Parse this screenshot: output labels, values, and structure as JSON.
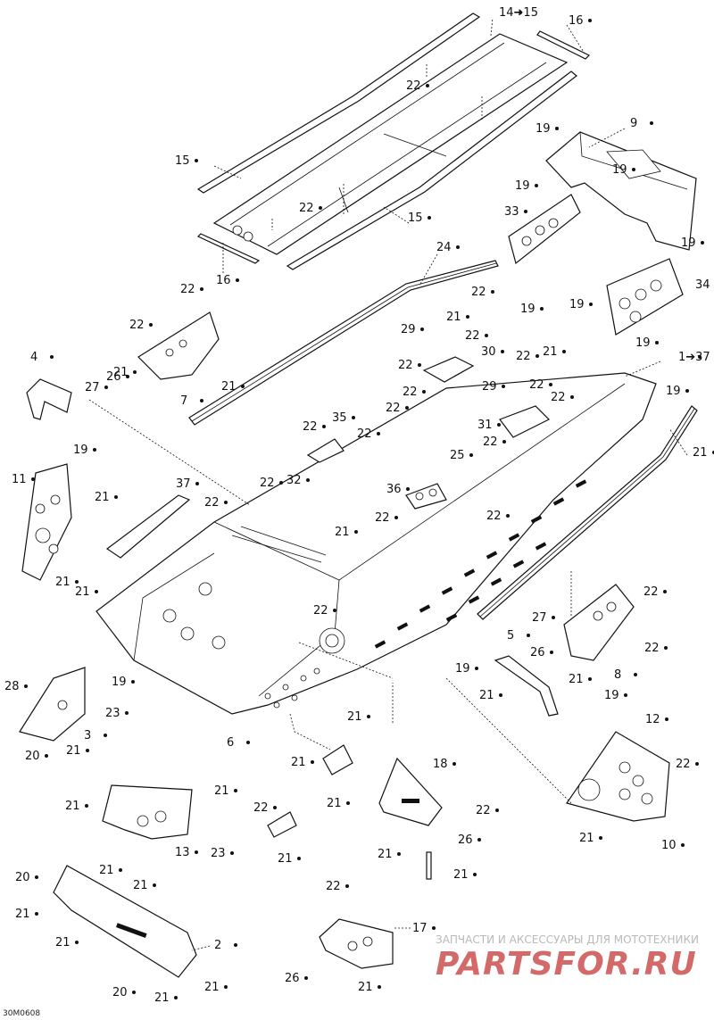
{
  "diagram": {
    "figure_code": "30M0608",
    "watermark": {
      "tagline": "ЗАПЧАСТИ И АКСЕССУАРЫ ДЛЯ МОТОТЕХНИКИ",
      "brand": "PARTSFOR.RU"
    },
    "callouts": [
      {
        "id": "c14",
        "text": "14➔15"
      },
      {
        "id": "c16a",
        "text": "16"
      },
      {
        "id": "c22a",
        "text": "22"
      },
      {
        "id": "c15a",
        "text": "15"
      },
      {
        "id": "c22b",
        "text": "22"
      },
      {
        "id": "c15b",
        "text": "15"
      },
      {
        "id": "c16b",
        "text": "16"
      },
      {
        "id": "c9",
        "text": "9"
      },
      {
        "id": "c19a",
        "text": "19"
      },
      {
        "id": "c19b",
        "text": "19"
      },
      {
        "id": "c19c",
        "text": "19"
      },
      {
        "id": "c33",
        "text": "33"
      },
      {
        "id": "c19d",
        "text": "19"
      },
      {
        "id": "c34",
        "text": "34"
      },
      {
        "id": "c24",
        "text": "24"
      },
      {
        "id": "c22c",
        "text": "22"
      },
      {
        "id": "c22d",
        "text": "22"
      },
      {
        "id": "c22e",
        "text": "22"
      },
      {
        "id": "c19e",
        "text": "19"
      },
      {
        "id": "c19f",
        "text": "19"
      },
      {
        "id": "c21a",
        "text": "21"
      },
      {
        "id": "c29a",
        "text": "29"
      },
      {
        "id": "c22f",
        "text": "22"
      },
      {
        "id": "c30",
        "text": "30"
      },
      {
        "id": "c22g",
        "text": "22"
      },
      {
        "id": "c21b",
        "text": "21"
      },
      {
        "id": "c19g",
        "text": "19"
      },
      {
        "id": "c1",
        "text": "1➔37"
      },
      {
        "id": "c4",
        "text": "4"
      },
      {
        "id": "c21c",
        "text": "21"
      },
      {
        "id": "c7",
        "text": "7"
      },
      {
        "id": "c21d",
        "text": "21"
      },
      {
        "id": "c27a",
        "text": "27"
      },
      {
        "id": "c26a",
        "text": "26"
      },
      {
        "id": "c19h",
        "text": "19"
      },
      {
        "id": "c22h",
        "text": "22"
      },
      {
        "id": "c22i",
        "text": "22"
      },
      {
        "id": "c29b",
        "text": "29"
      },
      {
        "id": "c22j",
        "text": "22"
      },
      {
        "id": "c22k",
        "text": "22"
      },
      {
        "id": "c19i",
        "text": "19"
      },
      {
        "id": "c22l",
        "text": "22"
      },
      {
        "id": "c35",
        "text": "35"
      },
      {
        "id": "c22m",
        "text": "22"
      },
      {
        "id": "c22n",
        "text": "22"
      },
      {
        "id": "c31",
        "text": "31"
      },
      {
        "id": "c22o",
        "text": "22"
      },
      {
        "id": "c25",
        "text": "25"
      },
      {
        "id": "c21e",
        "text": "21"
      },
      {
        "id": "c11",
        "text": "11"
      },
      {
        "id": "c21f",
        "text": "21"
      },
      {
        "id": "c37",
        "text": "37"
      },
      {
        "id": "c22p",
        "text": "22"
      },
      {
        "id": "c22q",
        "text": "22"
      },
      {
        "id": "c32",
        "text": "32"
      },
      {
        "id": "c36",
        "text": "36"
      },
      {
        "id": "c22r",
        "text": "22"
      },
      {
        "id": "c22s",
        "text": "22"
      },
      {
        "id": "c21g",
        "text": "21"
      },
      {
        "id": "c21h",
        "text": "21"
      },
      {
        "id": "c21i",
        "text": "21"
      },
      {
        "id": "c22t",
        "text": "22"
      },
      {
        "id": "c22u",
        "text": "22"
      },
      {
        "id": "c27b",
        "text": "27"
      },
      {
        "id": "c5",
        "text": "5"
      },
      {
        "id": "c26b",
        "text": "26"
      },
      {
        "id": "c19j",
        "text": "19"
      },
      {
        "id": "c21j",
        "text": "21"
      },
      {
        "id": "c22v",
        "text": "22"
      },
      {
        "id": "c8",
        "text": "8"
      },
      {
        "id": "c21k",
        "text": "21"
      },
      {
        "id": "c19k",
        "text": "19"
      },
      {
        "id": "c28",
        "text": "28"
      },
      {
        "id": "c23a",
        "text": "23"
      },
      {
        "id": "c3",
        "text": "3"
      },
      {
        "id": "c20a",
        "text": "20"
      },
      {
        "id": "c21l",
        "text": "21"
      },
      {
        "id": "c19l",
        "text": "19"
      },
      {
        "id": "c21m",
        "text": "21"
      },
      {
        "id": "c6",
        "text": "6"
      },
      {
        "id": "c21n",
        "text": "21"
      },
      {
        "id": "c21o",
        "text": "21"
      },
      {
        "id": "c12",
        "text": "12"
      },
      {
        "id": "c22w",
        "text": "22"
      },
      {
        "id": "c18",
        "text": "18"
      },
      {
        "id": "c22x",
        "text": "22"
      },
      {
        "id": "c21p",
        "text": "21"
      },
      {
        "id": "c26c",
        "text": "26"
      },
      {
        "id": "c21q",
        "text": "21"
      },
      {
        "id": "c21r",
        "text": "21"
      },
      {
        "id": "c10",
        "text": "10"
      },
      {
        "id": "c21s",
        "text": "21"
      },
      {
        "id": "c21t",
        "text": "21"
      },
      {
        "id": "c23b",
        "text": "23"
      },
      {
        "id": "c13",
        "text": "13"
      },
      {
        "id": "c22y",
        "text": "22"
      },
      {
        "id": "c21u",
        "text": "21"
      },
      {
        "id": "c21v",
        "text": "21"
      },
      {
        "id": "c21w",
        "text": "21"
      },
      {
        "id": "c20b",
        "text": "20"
      },
      {
        "id": "c21x",
        "text": "21"
      },
      {
        "id": "c21y",
        "text": "21"
      },
      {
        "id": "c2",
        "text": "2"
      },
      {
        "id": "c20c",
        "text": "20"
      },
      {
        "id": "c21z",
        "text": "21"
      },
      {
        "id": "c21aa",
        "text": "21"
      },
      {
        "id": "c22z",
        "text": "22"
      },
      {
        "id": "c17",
        "text": "17"
      },
      {
        "id": "c26d",
        "text": "26"
      },
      {
        "id": "c21ab",
        "text": "21"
      }
    ]
  }
}
